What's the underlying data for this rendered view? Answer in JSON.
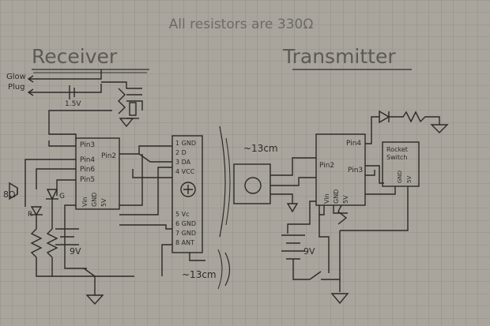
{
  "header": {
    "note": "All resistors are 330Ω"
  },
  "receiver": {
    "title": "Receiver",
    "glow_label_1": "Glow",
    "glow_label_2": "Plug",
    "battery_small": "1.5V",
    "battery_large": "9V",
    "chip": {
      "pin3": "Pin3",
      "pin2": "Pin2",
      "pin4": "Pin4",
      "pin6": "Pin6",
      "pin5": "Pin5",
      "vin": "Vin",
      "gnd": "GND",
      "v5": "5V"
    },
    "speaker": "8Ω",
    "led_r": "R",
    "led_g": "G",
    "radio_pins_top": [
      "1 GND",
      "2 D",
      "3 DA",
      "4 VCC"
    ],
    "radio_pins_bottom": [
      "5 Vc",
      "6 GND",
      "7 GND",
      "8 ANT"
    ],
    "distance": "~13cm"
  },
  "transmitter": {
    "title": "Transmitter",
    "distance": "~13cm",
    "chip": {
      "pin4": "Pin4",
      "pin2": "Pin2",
      "pin3": "Pin3",
      "vin": "Vin",
      "gnd": "GND",
      "v5": "5V"
    },
    "switch_line1": "Rocket",
    "switch_line2": "Switch",
    "switch_line3": "GND",
    "switch_line4": "5V",
    "battery": "9V"
  },
  "colors": {
    "paper": "#a9a59c",
    "grid": "#8d8a83",
    "ink": "#2c2a28",
    "pencil": "#6d6a66"
  }
}
